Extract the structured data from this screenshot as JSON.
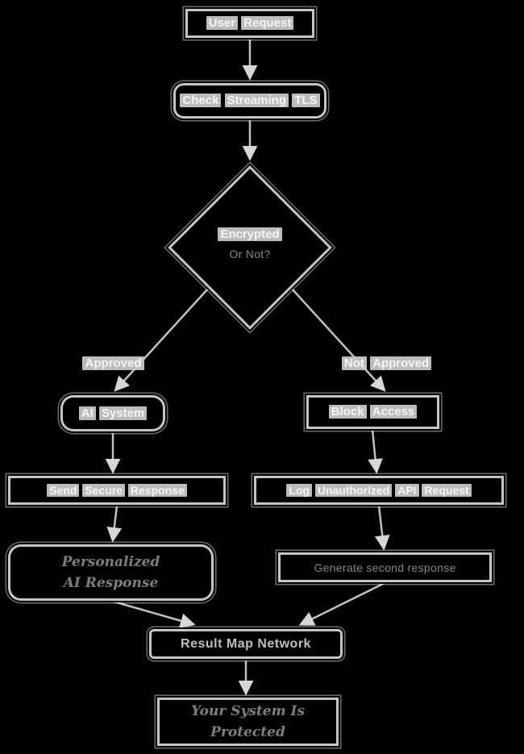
{
  "canvas": {
    "background_color": "#000000",
    "stroke_color": "#d6d6d6",
    "highlight_color": "#c6c6c6",
    "text_color": "#f2f2f2"
  },
  "flowchart": {
    "start": {
      "label": "User Request"
    },
    "process": {
      "label": "Check Streaming TLS"
    },
    "decision": {
      "line1": "Encrypted",
      "line2": "Or Not?"
    },
    "branch_left": {
      "label": "Approved"
    },
    "branch_right": {
      "label": "Not Approved"
    },
    "approved_system": {
      "label": "AI System"
    },
    "blocked_system": {
      "label": "Block Access"
    },
    "approved_action": {
      "label": "Send Secure Response"
    },
    "blocked_action": {
      "label": "Log Unauthorized API Request"
    },
    "approved_result": {
      "lines": [
        "Personalized",
        "AI Response"
      ]
    },
    "blocked_result": {
      "label": "Generate second response"
    },
    "merge": {
      "label": "Result Map Network"
    },
    "end": {
      "lines": [
        "Your System Is",
        "Protected"
      ]
    }
  }
}
